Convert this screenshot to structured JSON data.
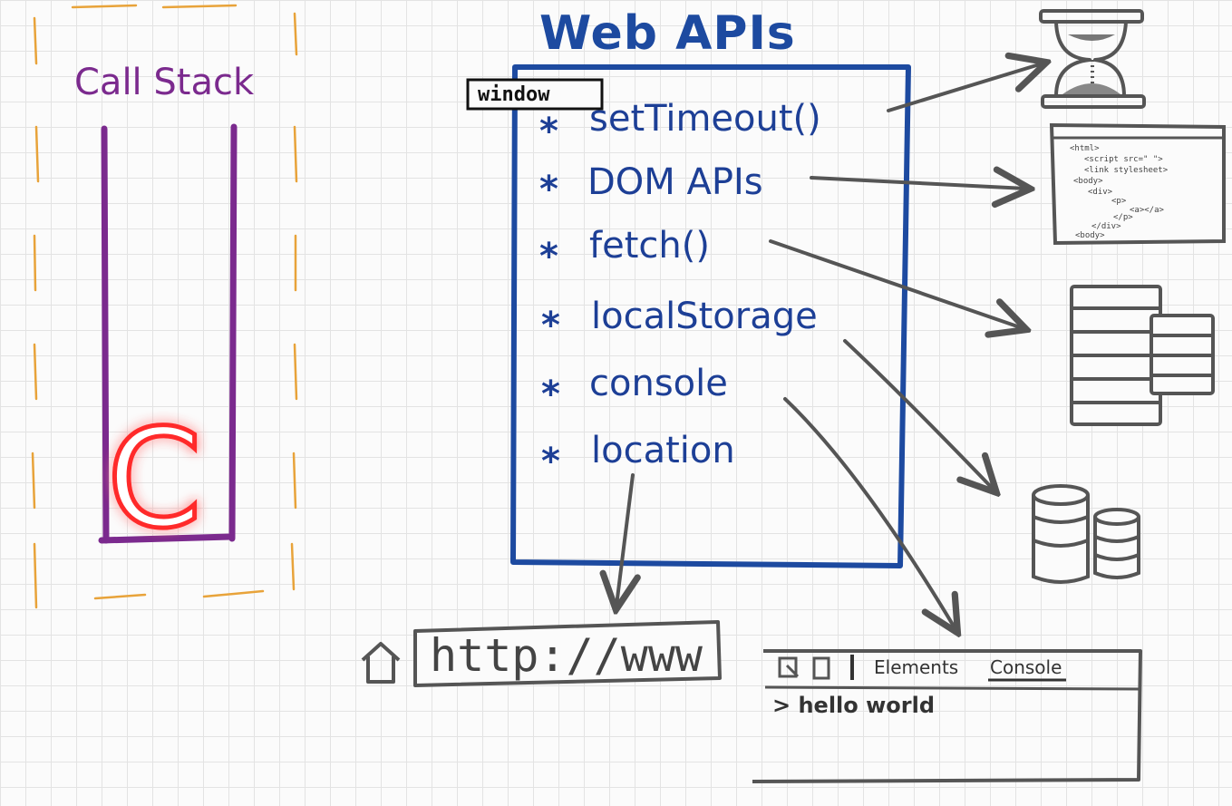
{
  "call_stack": {
    "title": "Call Stack",
    "frame_letter": "C"
  },
  "web_apis": {
    "title": "Web APIs",
    "window_label": "window",
    "items": [
      {
        "bullet": "*",
        "label": "setTimeout()"
      },
      {
        "bullet": "*",
        "label": "DOM APIs"
      },
      {
        "bullet": "*",
        "label": "fetch()"
      },
      {
        "bullet": "*",
        "label": "localStorage"
      },
      {
        "bullet": "*",
        "label": "console"
      },
      {
        "bullet": "*",
        "label": "location"
      }
    ]
  },
  "address_bar": {
    "url": "http://www"
  },
  "devtools": {
    "tabs": [
      "Elements",
      "Console"
    ],
    "active_tab": "Console",
    "console_output": "> hello world"
  },
  "html_snippet": [
    "<html>",
    "<script src=\"  \">",
    "<link stylesheet>",
    "<body>",
    "<div>",
    "<p>",
    "<a></a>",
    "</p>",
    "</div>",
    "<body>"
  ],
  "colors": {
    "call_stack": "#7b2a8e",
    "dashed_border": "#e8a33a",
    "web_apis": "#1d4aa0",
    "arrows": "#555555",
    "neon_glow": "#ff2a2a"
  },
  "icons": {
    "timer": "hourglass-icon",
    "dom": "html-code-window-icon",
    "fetch": "server-rack-icon",
    "storage": "database-cylinders-icon",
    "home": "home-icon"
  }
}
